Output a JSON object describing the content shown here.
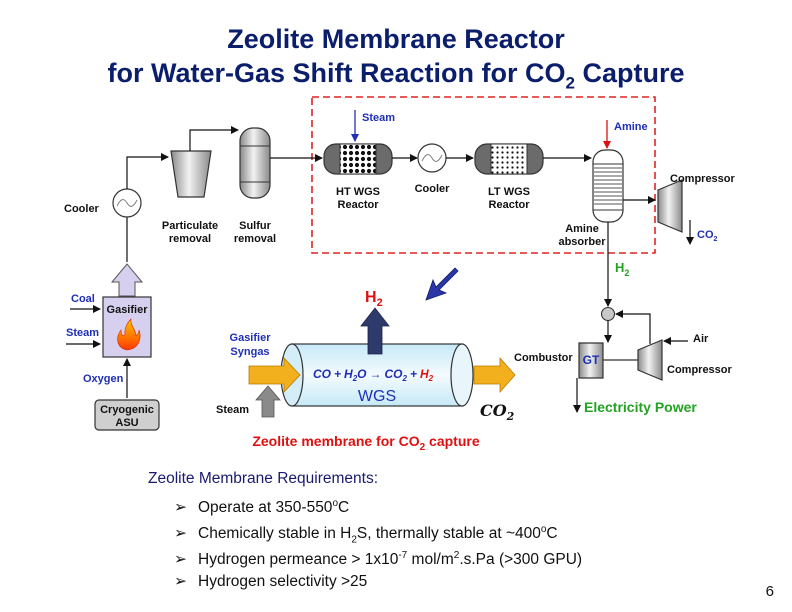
{
  "title": {
    "line1": "Zeolite Membrane Reactor",
    "line2_pre": "for Water-Gas Shift Reaction for CO",
    "line2_sub": "2",
    "line2_post": " Capture"
  },
  "labels": {
    "steam_top": "Steam",
    "amine": "Amine",
    "compressor_top": "Compressor",
    "co2_out_main": "CO",
    "co2_out_sub": "2",
    "cooler_left": "Cooler",
    "particulate_1": "Particulate",
    "particulate_2": "removal",
    "sulfur_1": "Sulfur",
    "sulfur_2": "removal",
    "ht_wgs_1": "HT WGS",
    "ht_wgs_2": "Reactor",
    "cooler_mid": "Cooler",
    "lt_wgs_1": "LT WGS",
    "lt_wgs_2": "Reactor",
    "amine_abs_1": "Amine",
    "amine_abs_2": "absorber",
    "h2_green_main": "H",
    "h2_green_sub": "2",
    "coal": "Coal",
    "steam_left": "Steam",
    "gasifier": "Gasifier",
    "oxygen": "Oxygen",
    "cryo_1": "Cryogenic",
    "cryo_2": "ASU",
    "h2_red_main": "H",
    "h2_red_sub": "2",
    "gasifier_syngas_1": "Gasifier",
    "gasifier_syngas_2": "Syngas",
    "steam_bottom": "Steam",
    "wgs": "WGS",
    "co2_big_main": "CO",
    "co2_big_sub": "2",
    "zeolite_pre": "Zeolite membrane for CO",
    "zeolite_sub": "2",
    "zeolite_post": " capture",
    "air": "Air",
    "combustor": "Combustor",
    "gt": "GT",
    "compressor_bottom": "Compressor",
    "electricity": "Electricity Power"
  },
  "equation": {
    "co": "CO",
    "plus1": "+",
    "h": "H",
    "h_sub": "2",
    "o": "O",
    "arrow": "→",
    "co2": "CO",
    "co2_sub": "2",
    "plus2": "+",
    "h2": "H",
    "h2_sub": "2"
  },
  "requirements": {
    "heading": "Zeolite Membrane Requirements:",
    "bullet": "➢",
    "item1_pre": "Operate at 350-550",
    "item1_sup": "o",
    "item1_post": "C",
    "item2_pre": "Chemically stable in H",
    "item2_sub": "2",
    "item2_mid": "S, thermally stable at ~400",
    "item2_sup": "o",
    "item2_post": "C",
    "item3_pre": "Hydrogen permeance > 1x10",
    "item3_sup": "-7",
    "item3_mid": " mol/m",
    "item3_sup2": "2",
    "item3_post": ".s.Pa (>300 GPU)",
    "item4": "Hydrogen selectivity >25"
  },
  "page_number": "6",
  "colors": {
    "title": "#0b1e6b",
    "label_blue": "#1f2fb5",
    "red_text": "#e01010",
    "green_text": "#22a322",
    "dashed_box": "#e02424",
    "syngas_arrow": "#f2b01e",
    "membrane_tube": "#dff3fb",
    "equipment_gray": "#c8c8c8"
  }
}
